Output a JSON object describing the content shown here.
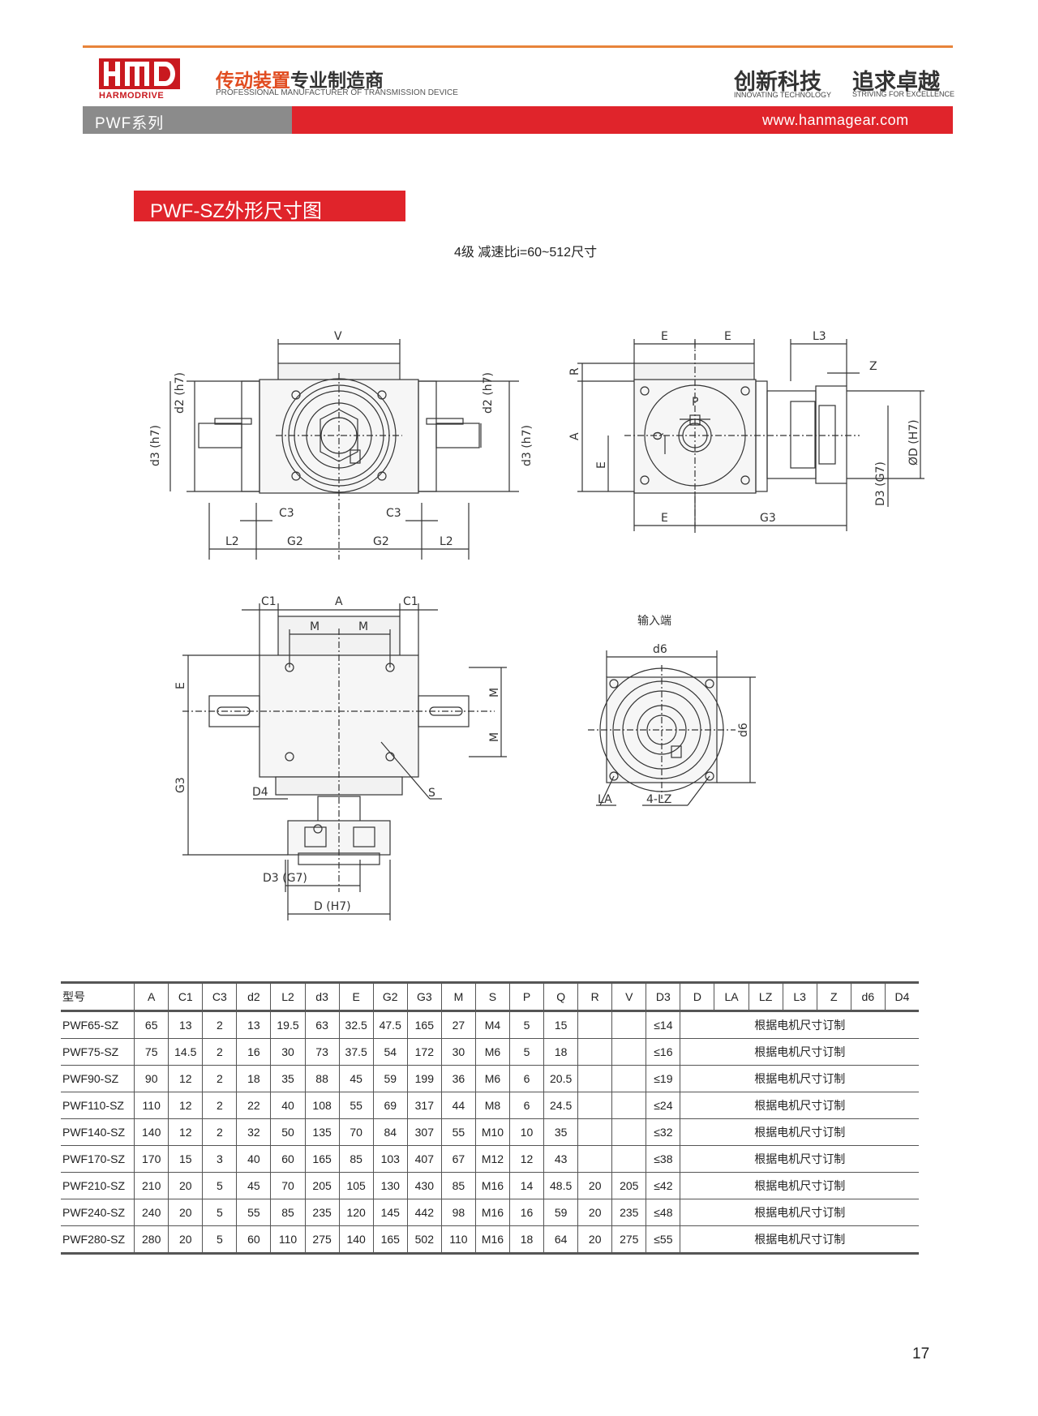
{
  "header": {
    "logo_text": "HMD",
    "logo_sub": "HARMODRIVE",
    "tagline_cn_red": "传动装置",
    "tagline_cn_dark": "专业制造商",
    "tagline_en": "PROFESSIONAL MANUFACTURER OF TRANSMISSION DEVICE",
    "motto_cn_1": "创新科技",
    "motto_en_1": "INNOVATING TECHNOLOGY",
    "motto_cn_2": "追求卓越",
    "motto_en_2": "STRIVING FOR EXCELLENCE",
    "series": "PWF系列",
    "website": "www.hanmagear.com",
    "brand_red": "#e0242b",
    "brand_orange": "#e8843a"
  },
  "section": {
    "title": "PWF-SZ外形尺寸图",
    "subtitle": "4级  减速比i=60~512尺寸"
  },
  "drawing_labels": {
    "front": {
      "V": "V",
      "d2_left": "d2 (h7)",
      "d3_left": "d3 (h7)",
      "d2_right": "d2 (h7)",
      "d3_right": "d3 (h7)",
      "C3_left": "C3",
      "C3_right": "C3",
      "L2_left": "L2",
      "G2_left": "G2",
      "G2_right": "G2",
      "L2_right": "L2"
    },
    "side": {
      "E1": "E",
      "E2": "E",
      "L3": "L3",
      "R": "R",
      "Z": "Z",
      "P": "P",
      "A": "A",
      "Q": "Q",
      "E_vert": "E",
      "D_H7": "ØD (H7)",
      "D3_G7": "D3 (G7)",
      "E_bottom": "E",
      "G3": "G3"
    },
    "top": {
      "C1_left": "C1",
      "A": "A",
      "C1_right": "C1",
      "M1": "M",
      "M2": "M",
      "E": "E",
      "M_v1": "M",
      "M_v2": "M",
      "G3": "G3",
      "D4": "D4",
      "S": "S",
      "D3_G7": "D3  (G7)",
      "D_H7": "D  (H7)"
    },
    "input": {
      "caption": "输入端",
      "d6_top": "d6",
      "d6_right": "d6",
      "LA": "LA",
      "LZ": "4-LZ"
    }
  },
  "table": {
    "headers": [
      "型号",
      "A",
      "C1",
      "C3",
      "d2",
      "L2",
      "d3",
      "E",
      "G2",
      "G3",
      "M",
      "S",
      "P",
      "Q",
      "R",
      "V",
      "D3",
      "D",
      "LA",
      "LZ",
      "L3",
      "Z",
      "d6",
      "D4"
    ],
    "note": "根据电机尺寸订制",
    "rows": [
      [
        "PWF65-SZ",
        "65",
        "13",
        "2",
        "13",
        "19.5",
        "63",
        "32.5",
        "47.5",
        "165",
        "27",
        "M4",
        "5",
        "15",
        "",
        "",
        "≤14"
      ],
      [
        "PWF75-SZ",
        "75",
        "14.5",
        "2",
        "16",
        "30",
        "73",
        "37.5",
        "54",
        "172",
        "30",
        "M6",
        "5",
        "18",
        "",
        "",
        "≤16"
      ],
      [
        "PWF90-SZ",
        "90",
        "12",
        "2",
        "18",
        "35",
        "88",
        "45",
        "59",
        "199",
        "36",
        "M6",
        "6",
        "20.5",
        "",
        "",
        "≤19"
      ],
      [
        "PWF110-SZ",
        "110",
        "12",
        "2",
        "22",
        "40",
        "108",
        "55",
        "69",
        "317",
        "44",
        "M8",
        "6",
        "24.5",
        "",
        "",
        "≤24"
      ],
      [
        "PWF140-SZ",
        "140",
        "12",
        "2",
        "32",
        "50",
        "135",
        "70",
        "84",
        "307",
        "55",
        "M10",
        "10",
        "35",
        "",
        "",
        "≤32"
      ],
      [
        "PWF170-SZ",
        "170",
        "15",
        "3",
        "40",
        "60",
        "165",
        "85",
        "103",
        "407",
        "67",
        "M12",
        "12",
        "43",
        "",
        "",
        "≤38"
      ],
      [
        "PWF210-SZ",
        "210",
        "20",
        "5",
        "45",
        "70",
        "205",
        "105",
        "130",
        "430",
        "85",
        "M16",
        "14",
        "48.5",
        "20",
        "205",
        "≤42"
      ],
      [
        "PWF240-SZ",
        "240",
        "20",
        "5",
        "55",
        "85",
        "235",
        "120",
        "145",
        "442",
        "98",
        "M16",
        "16",
        "59",
        "20",
        "235",
        "≤48"
      ],
      [
        "PWF280-SZ",
        "280",
        "20",
        "5",
        "60",
        "110",
        "275",
        "140",
        "165",
        "502",
        "110",
        "M16",
        "18",
        "64",
        "20",
        "275",
        "≤55"
      ]
    ]
  },
  "page_number": "17"
}
